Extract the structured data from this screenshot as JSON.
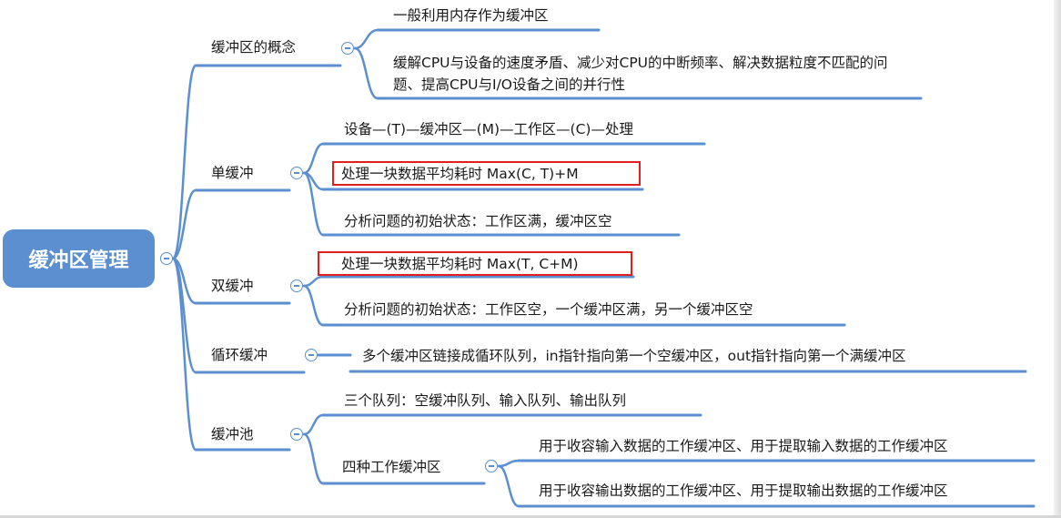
{
  "root": {
    "label": "缓冲区管理"
  },
  "branches": [
    {
      "key": "concept",
      "label": "缓冲区的概念",
      "children": [
        {
          "text": "一般利用内存作为缓冲区"
        },
        {
          "text": "缓解CPU与设备的速度矛盾、减少对CPU的中断频率、解决数据粒度不匹配的问题、提高CPU与I/O设备之间的并行性"
        }
      ]
    },
    {
      "key": "single",
      "label": "单缓冲",
      "children": [
        {
          "text": "设备—(T)—缓冲区—(M)—工作区—(C)—处理"
        },
        {
          "text": "处理一块数据平均耗时 Max(C, T)+M",
          "highlighted": true
        },
        {
          "text": "分析问题的初始状态：工作区满，缓冲区空"
        }
      ]
    },
    {
      "key": "double",
      "label": "双缓冲",
      "children": [
        {
          "text": "处理一块数据平均耗时 Max(T, C+M)",
          "highlighted": true
        },
        {
          "text": "分析问题的初始状态：工作区空，一个缓冲区满，另一个缓冲区空"
        }
      ]
    },
    {
      "key": "circular",
      "label": "循环缓冲",
      "children": [
        {
          "text": "多个缓冲区链接成循环队列，in指针指向第一个空缓冲区，out指针指向第一个满缓冲区"
        }
      ]
    },
    {
      "key": "pool",
      "label": "缓冲池",
      "children": [
        {
          "text": "三个队列：空缓冲队列、输入队列、输出队列"
        },
        {
          "text": "四种工作缓冲区",
          "children": [
            {
              "text": "用于收容输入数据的工作缓冲区、用于提取输入数据的工作缓冲区"
            },
            {
              "text": "用于收容输出数据的工作缓冲区、用于提取输出数据的工作缓冲区"
            }
          ]
        }
      ]
    }
  ],
  "colors": {
    "accent": "#5b8fd0",
    "highlight": "#e0201c",
    "text": "#1a1a1a"
  }
}
